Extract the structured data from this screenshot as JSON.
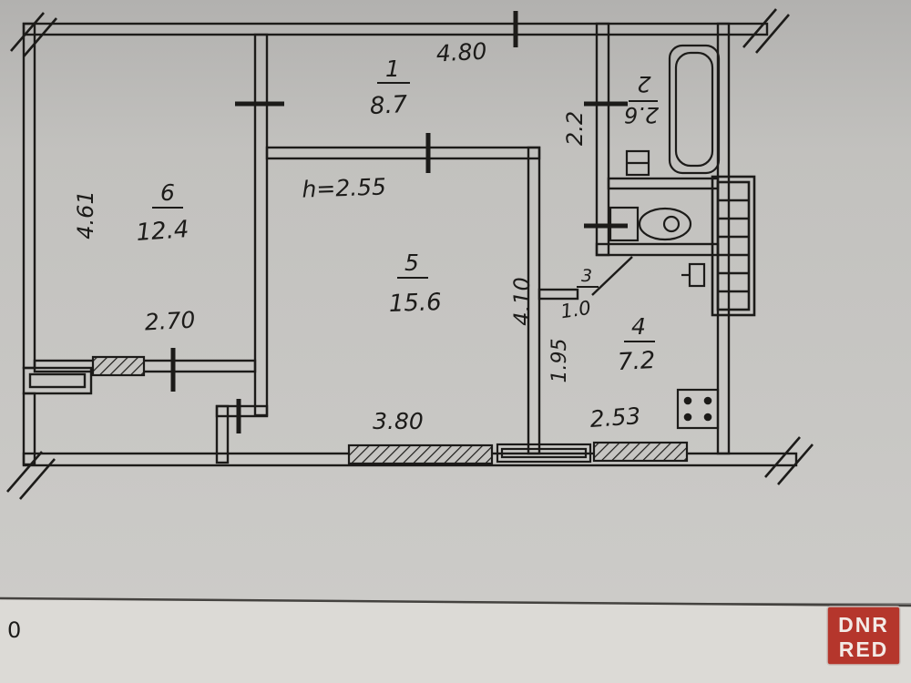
{
  "document": {
    "page_number": "0"
  },
  "watermark": {
    "line1": "DNR",
    "line2": "RED"
  },
  "plan": {
    "rooms": [
      {
        "number": "1",
        "area": "8.7"
      },
      {
        "number": "2",
        "area": "2.6"
      },
      {
        "number": "3",
        "area": "1.0"
      },
      {
        "number": "4",
        "area": "7.2"
      },
      {
        "number": "5",
        "area": "15.6"
      },
      {
        "number": "6",
        "area": "12.4"
      }
    ],
    "dimensions": {
      "top_width": "4.80",
      "left_height": "4.61",
      "ceiling_height": "h=2.55",
      "room6_wall": "2.70",
      "living_width": "3.80",
      "living_depth": "4.10",
      "hallway_depth": "2.2",
      "kitchen_depth": "1.95",
      "kitchen_width": "2.53"
    },
    "colors": {
      "ink": "#1c1b19",
      "paper_upper": "#c6c5c2",
      "paper_lower": "#dcdad6",
      "logo_red": "#b5362c"
    }
  }
}
